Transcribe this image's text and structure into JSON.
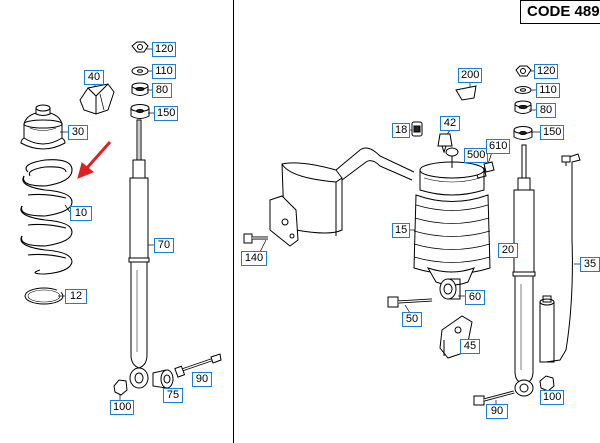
{
  "code_box": "CODE 489",
  "arrow_color": "#e02020",
  "label_border_color": "#1a7fd4",
  "left_labels": {
    "l120": "120",
    "l110": "110",
    "l80": "80",
    "l150": "150",
    "l40": "40",
    "l30": "30",
    "l10": "10",
    "l12": "12",
    "l70": "70",
    "l90": "90",
    "l75": "75",
    "l100": "100"
  },
  "right_labels": {
    "r200": "200",
    "r120": "120",
    "r110": "110",
    "r80": "80",
    "r18": "18",
    "r42": "42",
    "r150": "150",
    "r500": "500",
    "r610": "610",
    "r15": "15",
    "r20": "20",
    "r35": "35",
    "r140": "140",
    "r60": "60",
    "r50": "50",
    "r45": "45",
    "r90": "90",
    "r100": "100"
  }
}
